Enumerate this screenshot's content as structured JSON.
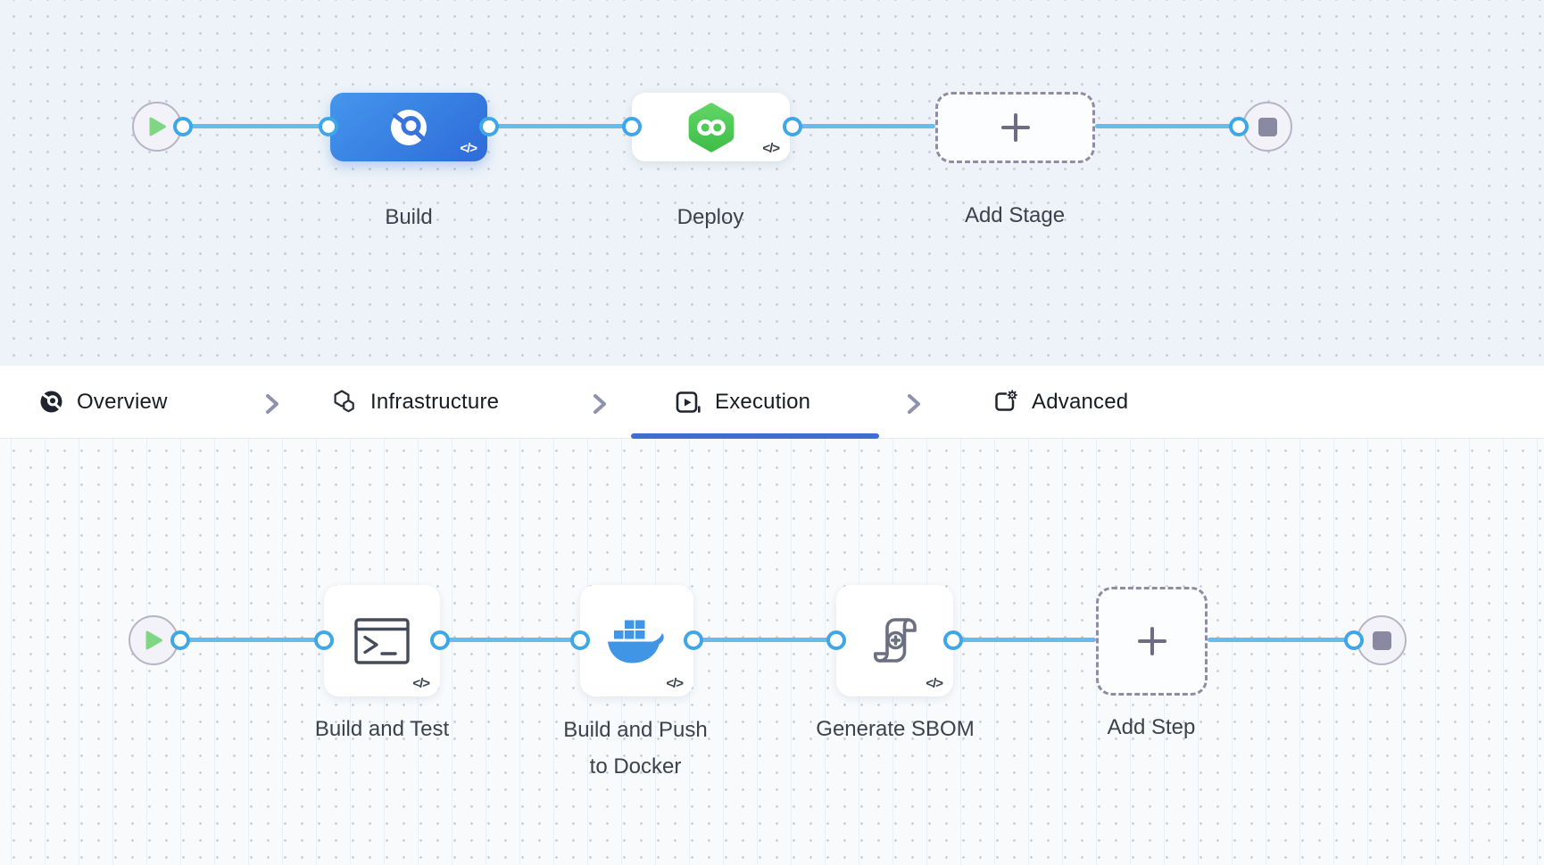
{
  "glyphs": {
    "code": "</>"
  },
  "stage_flow": {
    "stages": [
      {
        "label": "Build",
        "type": "ci",
        "selected": true
      },
      {
        "label": "Deploy",
        "type": "cd",
        "selected": false
      }
    ],
    "add_stage": {
      "label": "Add Stage"
    }
  },
  "tabbar": {
    "tabs": [
      {
        "label": "Overview",
        "active": false
      },
      {
        "label": "Infrastructure",
        "active": false
      },
      {
        "label": "Execution",
        "active": true
      },
      {
        "label": "Advanced",
        "active": false
      }
    ]
  },
  "step_flow": {
    "steps": [
      {
        "label": "Build and Test"
      },
      {
        "label_line1": "Build and Push",
        "label_line2": "to Docker"
      },
      {
        "label": "Generate SBOM"
      }
    ],
    "add_step": {
      "label": "Add Step"
    }
  },
  "colors": {
    "connector_blue": "#67bbed",
    "port_border_blue": "#3ea7e9",
    "active_tab_underline": "#3d6fd2",
    "ci_stage_gradient": "#4496ec → #2e6bda",
    "cd_hexagon_green": "#4cc74f",
    "docker_blue": "#4095e5",
    "play_green": "#7fd683",
    "stop_gray": "#8b89a2"
  }
}
